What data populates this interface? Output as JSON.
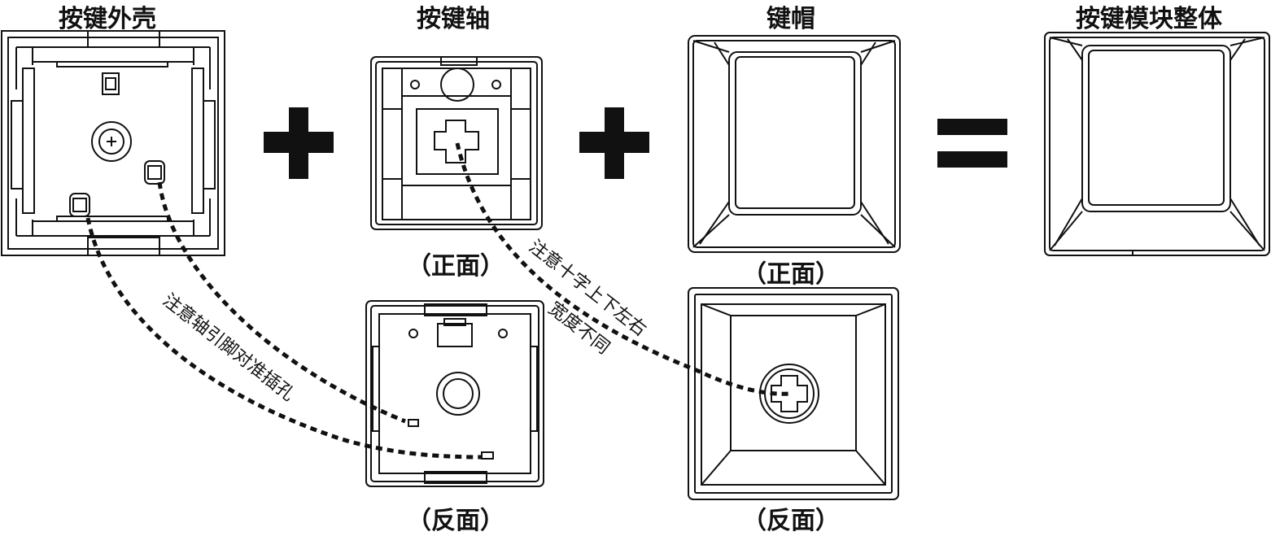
{
  "titles": {
    "housing": "按键外壳",
    "switch": "按键轴",
    "keycap": "键帽",
    "assembly": "按键模块整体"
  },
  "views": {
    "switch_front": "（正面）",
    "switch_back": "（反面）",
    "keycap_front": "（正面）",
    "keycap_back": "（反面）"
  },
  "notes": {
    "cross_line1": "注意十字上下左右",
    "cross_line2": "宽度不同",
    "pins": "注意轴引脚对准插孔"
  },
  "operators": {
    "plus": "+",
    "equals": "="
  }
}
